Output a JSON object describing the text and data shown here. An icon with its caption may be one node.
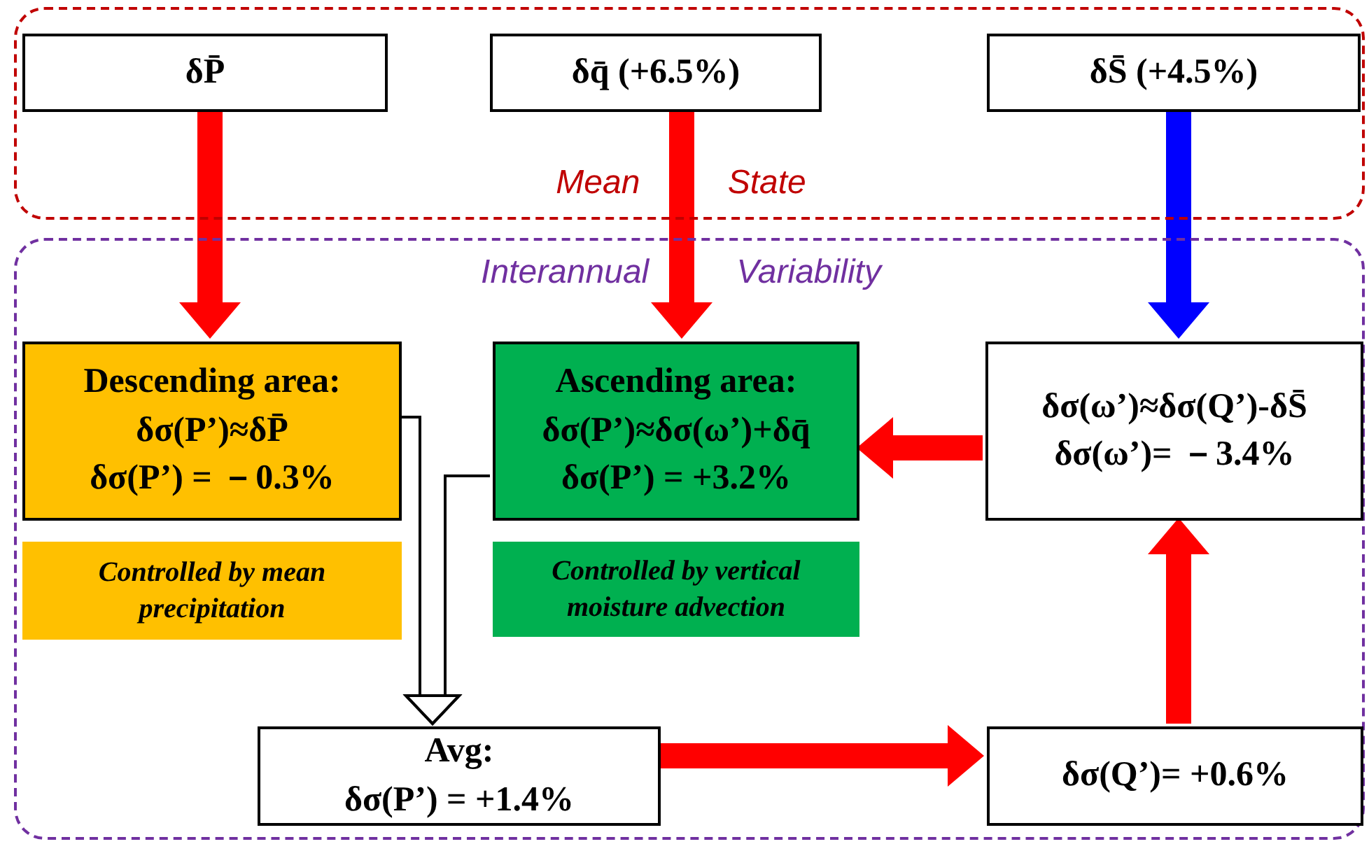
{
  "diagram": {
    "nodes": [
      {
        "text": [
          "Mean State"
        ]
      },
      {
        "text": [
          "δP̄"
        ],
        "in": 0
      },
      {
        "text": [
          "δq̄  (+6.5%)"
        ],
        "in": 0
      },
      {
        "text": [
          "δS̄  (+4.5%)"
        ],
        "in": 0
      },
      {
        "text": [
          "Interannual Variability"
        ]
      },
      {
        "text": [
          "Descending area:",
          "δσ(P’)≈δP̄",
          "δσ(P’) = －0.3%"
        ],
        "in": 4
      },
      {
        "text": [
          "Controlled by mean precipitation"
        ],
        "in": 4
      },
      {
        "text": [
          "Ascending area:",
          "δσ(P’)≈δσ(ω’)+δq̄",
          "δσ(P’) = +3.2%"
        ],
        "in": 4
      },
      {
        "text": [
          "Controlled by vertical moisture advection"
        ],
        "in": 4
      },
      {
        "text": [
          "δσ(ω’)≈δσ(Q’)-δS̄",
          "δσ(ω’)= －3.4%"
        ],
        "in": 4
      },
      {
        "text": [
          "Avg:",
          "δσ(P’) = +1.4%"
        ],
        "in": 4
      },
      {
        "text": [
          "δσ(Q’)= +0.6%"
        ],
        "in": 4
      }
    ],
    "edges": [
      {
        "from": 1,
        "to": 5,
        "arrow": "to"
      },
      {
        "from": 2,
        "to": 7,
        "arrow": "to"
      },
      {
        "from": 3,
        "to": 9,
        "arrow": "to",
        "color": "#0000ff"
      },
      {
        "from": 9,
        "to": 7,
        "arrow": "to"
      },
      {
        "from": 5,
        "to": 10,
        "arrow": "to",
        "color": "#000000"
      },
      {
        "from": 7,
        "to": 10,
        "arrow": "to",
        "color": "#000000"
      },
      {
        "from": 11,
        "to": 9,
        "arrow": "to"
      },
      {
        "from": 10,
        "to": 11,
        "arrow": "to"
      }
    ]
  }
}
